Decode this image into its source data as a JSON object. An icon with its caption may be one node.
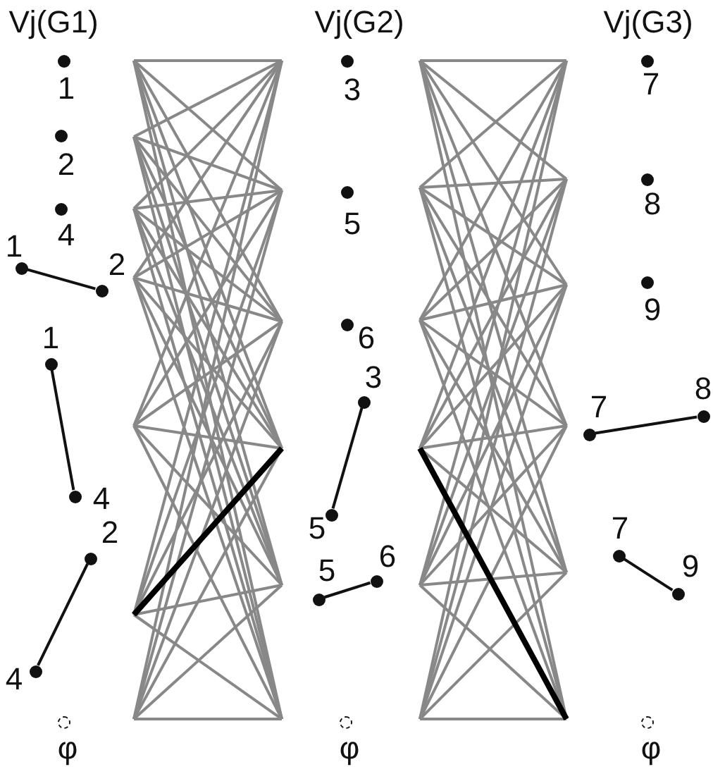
{
  "diagram": {
    "nodes": [
      {
        "text": [],
        "shape": "dot",
        "beside": [
          "1"
        ]
      },
      {
        "text": [],
        "shape": "dot",
        "beside": [
          "2"
        ]
      },
      {
        "text": [],
        "shape": "dot",
        "beside": [
          "4"
        ]
      },
      {
        "text": [],
        "shape": "dot",
        "beside": [
          "1"
        ]
      },
      {
        "text": [],
        "shape": "dot",
        "beside": [
          "2"
        ]
      },
      {
        "text": [],
        "shape": "dot",
        "beside": [
          "1"
        ]
      },
      {
        "text": [],
        "shape": "dot",
        "beside": [
          "4"
        ]
      },
      {
        "text": [],
        "shape": "dot",
        "beside": [
          "2"
        ]
      },
      {
        "text": [],
        "shape": "dot",
        "beside": [
          "4"
        ]
      },
      {
        "text": [],
        "shape": "circle",
        "beside": [
          "φ"
        ]
      },
      {
        "text": [],
        "shape": "dot",
        "beside": [
          "3"
        ]
      },
      {
        "text": [],
        "shape": "dot",
        "beside": [
          "5"
        ]
      },
      {
        "text": [],
        "shape": "dot",
        "beside": [
          "6"
        ]
      },
      {
        "text": [],
        "shape": "dot",
        "beside": [
          "3"
        ]
      },
      {
        "text": [],
        "shape": "dot",
        "beside": [
          "5"
        ]
      },
      {
        "text": [],
        "shape": "dot",
        "beside": [
          "5"
        ]
      },
      {
        "text": [],
        "shape": "dot",
        "beside": [
          "6"
        ]
      },
      {
        "text": [],
        "shape": "circle",
        "beside": [
          "φ"
        ]
      },
      {
        "text": [],
        "shape": "dot",
        "beside": [
          "7"
        ]
      },
      {
        "text": [],
        "shape": "dot",
        "beside": [
          "8"
        ]
      },
      {
        "text": [],
        "shape": "dot",
        "beside": [
          "9"
        ]
      },
      {
        "text": [],
        "shape": "dot",
        "beside": [
          "7"
        ]
      },
      {
        "text": [],
        "shape": "dot",
        "beside": [
          "8"
        ]
      },
      {
        "text": [],
        "shape": "dot",
        "beside": [
          "7"
        ]
      },
      {
        "text": [],
        "shape": "dot",
        "beside": [
          "9"
        ]
      },
      {
        "text": [],
        "shape": "circle",
        "beside": [
          "φ"
        ]
      }
    ],
    "edges": [
      {
        "from": 3,
        "to": 4,
        "arrow": "none"
      },
      {
        "from": 5,
        "to": 6,
        "arrow": "none"
      },
      {
        "from": 7,
        "to": 8,
        "arrow": "none"
      },
      {
        "from": 13,
        "to": 14,
        "arrow": "none"
      },
      {
        "from": 15,
        "to": 16,
        "arrow": "none"
      },
      {
        "from": 21,
        "to": 22,
        "arrow": "none"
      },
      {
        "from": 23,
        "to": 24,
        "arrow": "none"
      }
    ],
    "labels": [
      "Vj(G1)",
      "Vj(G2)",
      "Vj(G3)"
    ]
  }
}
